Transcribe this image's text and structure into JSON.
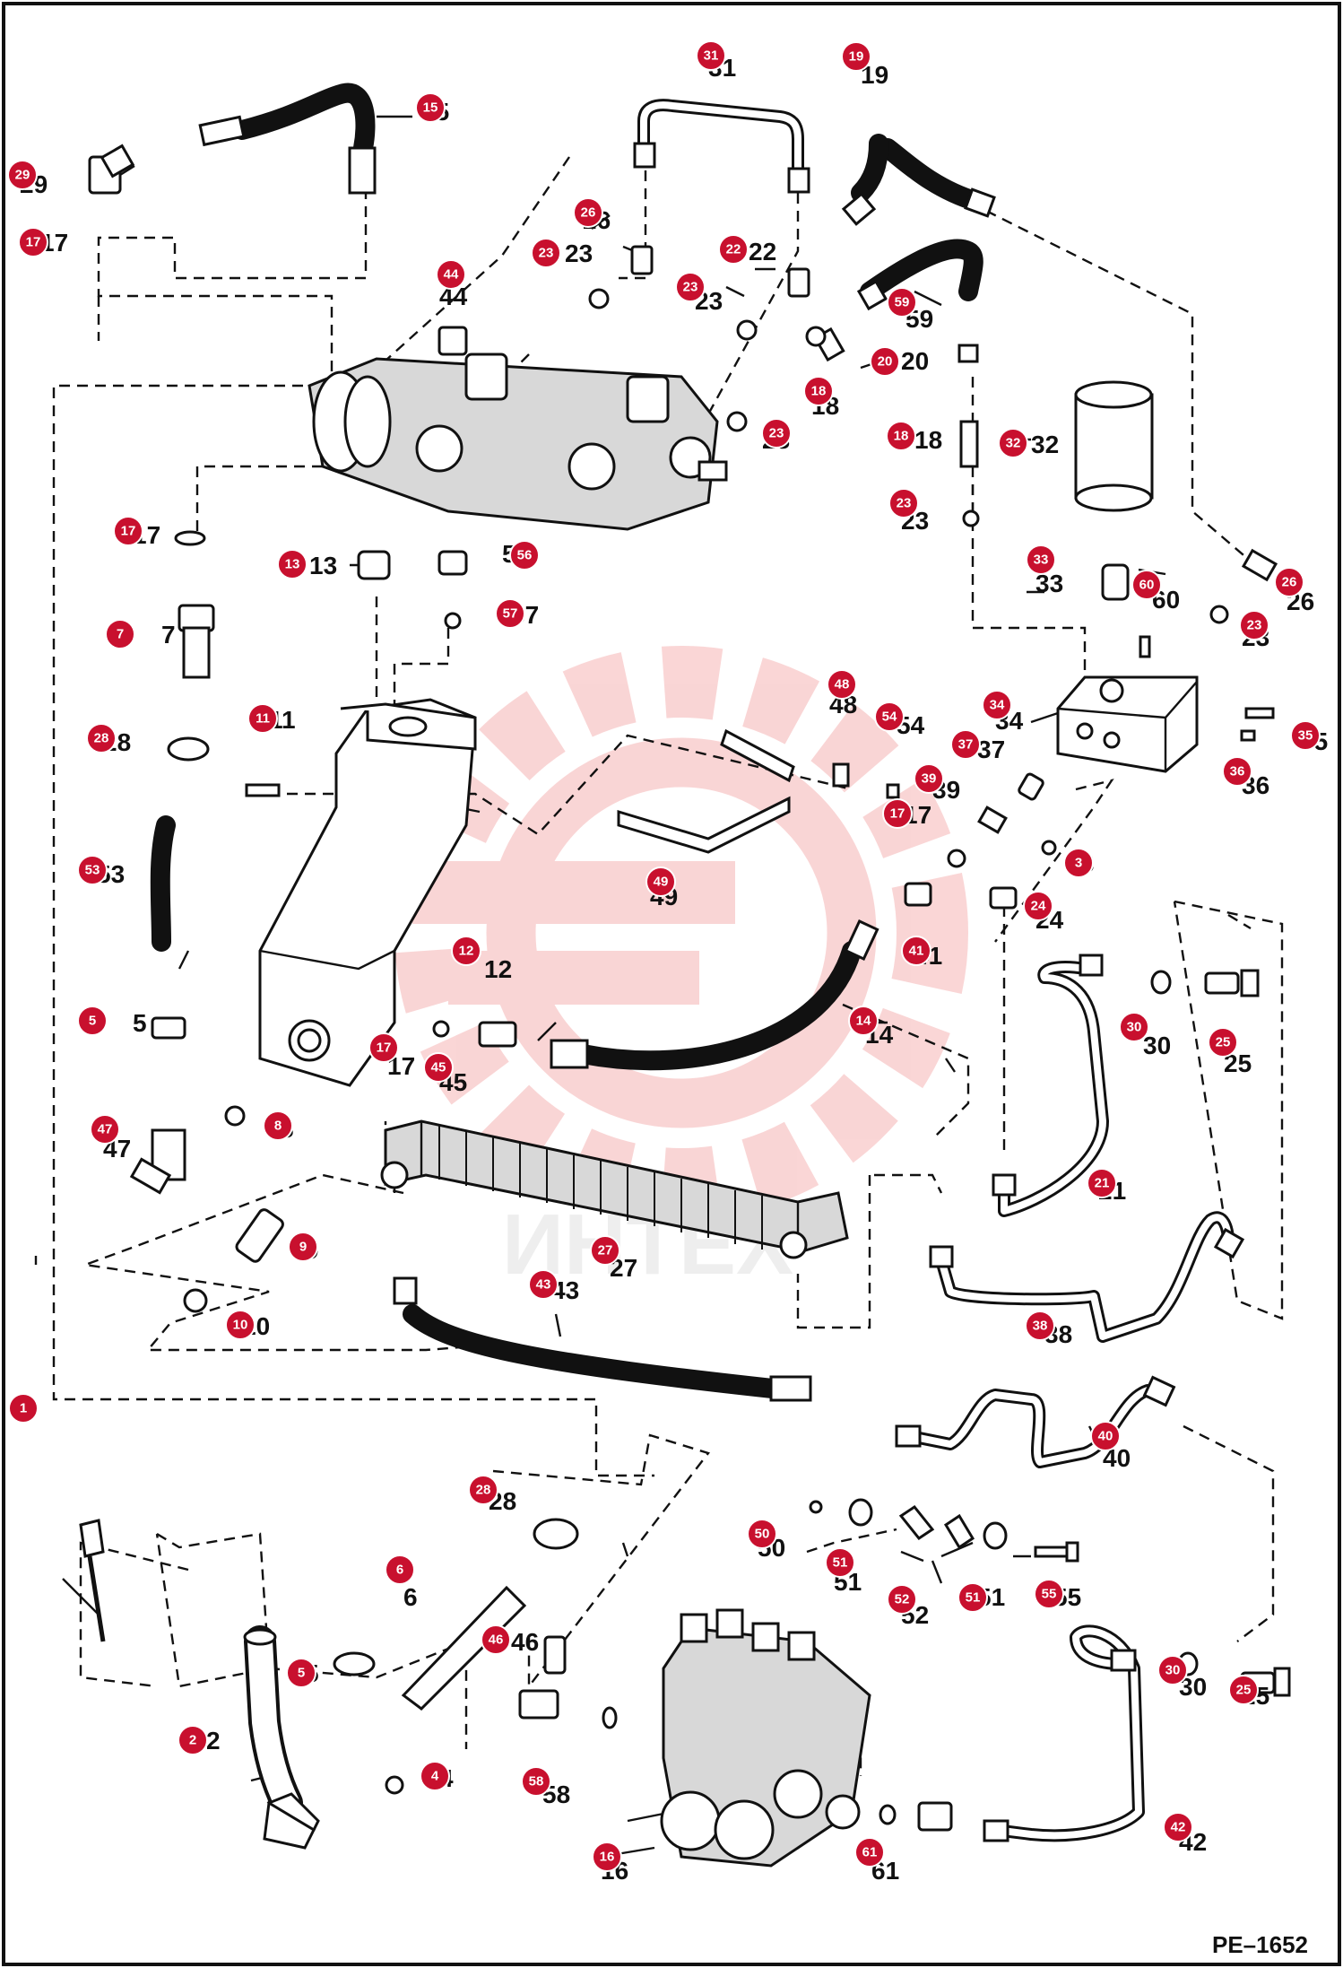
{
  "diagram_code": "PE–1652",
  "callouts": [
    {
      "id": "c1",
      "label": "1"
    },
    {
      "id": "c2",
      "label": "2"
    },
    {
      "id": "c3",
      "label": "3"
    },
    {
      "id": "c4",
      "label": "4"
    },
    {
      "id": "c5a",
      "label": "5"
    },
    {
      "id": "c5b",
      "label": "5"
    },
    {
      "id": "c6",
      "label": "6"
    },
    {
      "id": "c7",
      "label": "7"
    },
    {
      "id": "c8",
      "label": "8"
    },
    {
      "id": "c9",
      "label": "9"
    },
    {
      "id": "c10",
      "label": "10"
    },
    {
      "id": "c11",
      "label": "11"
    },
    {
      "id": "c12",
      "label": "12"
    },
    {
      "id": "c13",
      "label": "13"
    },
    {
      "id": "c14",
      "label": "14"
    },
    {
      "id": "c15",
      "label": "15"
    },
    {
      "id": "c16",
      "label": "16"
    },
    {
      "id": "c17a",
      "label": "17"
    },
    {
      "id": "c17b",
      "label": "17"
    },
    {
      "id": "c17c",
      "label": "17"
    },
    {
      "id": "c17d",
      "label": "17"
    },
    {
      "id": "c18a",
      "label": "18"
    },
    {
      "id": "c18b",
      "label": "18"
    },
    {
      "id": "c19",
      "label": "19"
    },
    {
      "id": "c20",
      "label": "20"
    },
    {
      "id": "c21",
      "label": "21"
    },
    {
      "id": "c22",
      "label": "22"
    },
    {
      "id": "c23a",
      "label": "23"
    },
    {
      "id": "c23b",
      "label": "23"
    },
    {
      "id": "c23c",
      "label": "23"
    },
    {
      "id": "c23d",
      "label": "23"
    },
    {
      "id": "c23e",
      "label": "23"
    },
    {
      "id": "c24",
      "label": "24"
    },
    {
      "id": "c25a",
      "label": "25"
    },
    {
      "id": "c25b",
      "label": "25"
    },
    {
      "id": "c26a",
      "label": "26"
    },
    {
      "id": "c26b",
      "label": "26"
    },
    {
      "id": "c27",
      "label": "27"
    },
    {
      "id": "c28a",
      "label": "28"
    },
    {
      "id": "c28b",
      "label": "28"
    },
    {
      "id": "c29",
      "label": "29"
    },
    {
      "id": "c30a",
      "label": "30"
    },
    {
      "id": "c30b",
      "label": "30"
    },
    {
      "id": "c31",
      "label": "31"
    },
    {
      "id": "c32",
      "label": "32"
    },
    {
      "id": "c33",
      "label": "33"
    },
    {
      "id": "c34",
      "label": "34"
    },
    {
      "id": "c35",
      "label": "35"
    },
    {
      "id": "c36",
      "label": "36"
    },
    {
      "id": "c37",
      "label": "37"
    },
    {
      "id": "c38",
      "label": "38"
    },
    {
      "id": "c39",
      "label": "39"
    },
    {
      "id": "c40",
      "label": "40"
    },
    {
      "id": "c41",
      "label": "41"
    },
    {
      "id": "c42",
      "label": "42"
    },
    {
      "id": "c43",
      "label": "43"
    },
    {
      "id": "c44",
      "label": "44"
    },
    {
      "id": "c45",
      "label": "45"
    },
    {
      "id": "c46",
      "label": "46"
    },
    {
      "id": "c47",
      "label": "47"
    },
    {
      "id": "c48",
      "label": "48"
    },
    {
      "id": "c49",
      "label": "49"
    },
    {
      "id": "c50",
      "label": "50"
    },
    {
      "id": "c51a",
      "label": "51"
    },
    {
      "id": "c51b",
      "label": "51"
    },
    {
      "id": "c52",
      "label": "52"
    },
    {
      "id": "c53",
      "label": "53"
    },
    {
      "id": "c54",
      "label": "54"
    },
    {
      "id": "c55",
      "label": "55"
    },
    {
      "id": "c56",
      "label": "56"
    },
    {
      "id": "c57",
      "label": "57"
    },
    {
      "id": "c58",
      "label": "58"
    },
    {
      "id": "c59",
      "label": "59"
    },
    {
      "id": "c60",
      "label": "60"
    },
    {
      "id": "c61",
      "label": "61"
    }
  ],
  "colors": {
    "badge": "#c8102e",
    "line": "#111111",
    "watermark": "#f3b5b5"
  }
}
